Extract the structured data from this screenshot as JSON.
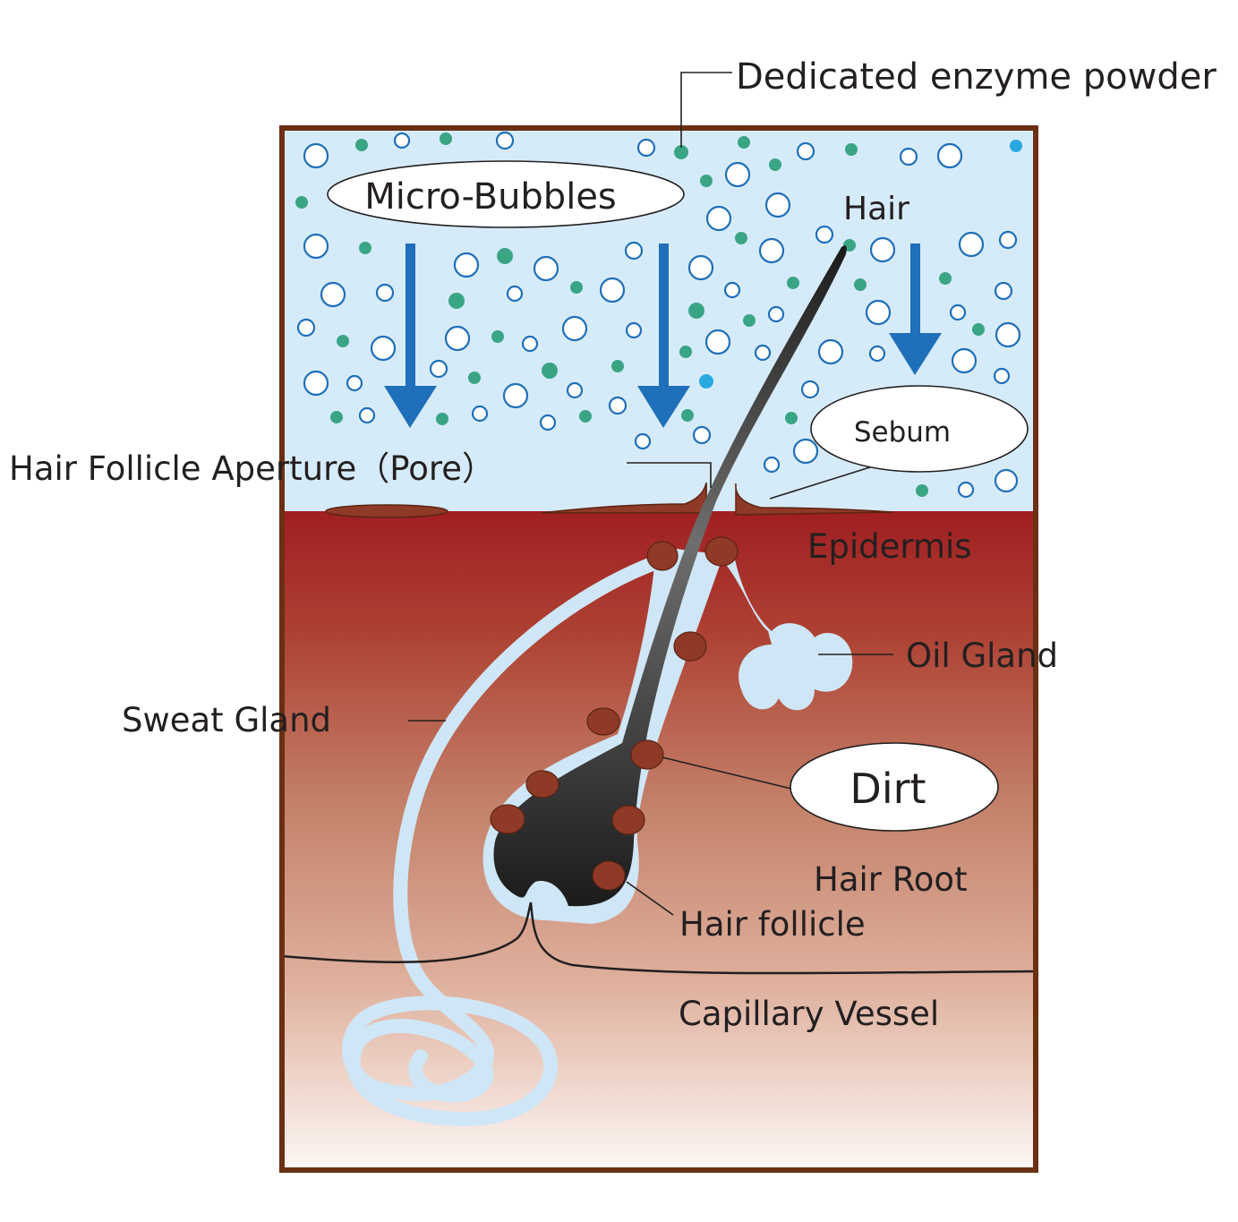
{
  "labels": {
    "enzyme": "Dedicated enzyme powder",
    "microbubbles": "Micro-Bubbles",
    "hair": "Hair",
    "sebum": "Sebum",
    "pore": "Hair Follicle Aperture（Pore）",
    "epidermis": "Epidermis",
    "oil_gland": "Oil Gland",
    "sweat_gland": "Sweat Gland",
    "dirt": "Dirt",
    "hair_root": "Hair Root",
    "hair_follicle": "Hair follicle",
    "capillary": "Capillary Vessel"
  },
  "colors": {
    "frame": "#6b2f12",
    "water": "#d6ebf9",
    "skin_top": "#a01f22",
    "skin_bottom": "#fdf7f4",
    "arrow": "#1f6fba",
    "enzyme_dot": "#3aa585",
    "cyan_dot": "#29a9e1",
    "dirt": "#8e3a27",
    "hair": "#262626",
    "gland": "#cfe6f6"
  }
}
